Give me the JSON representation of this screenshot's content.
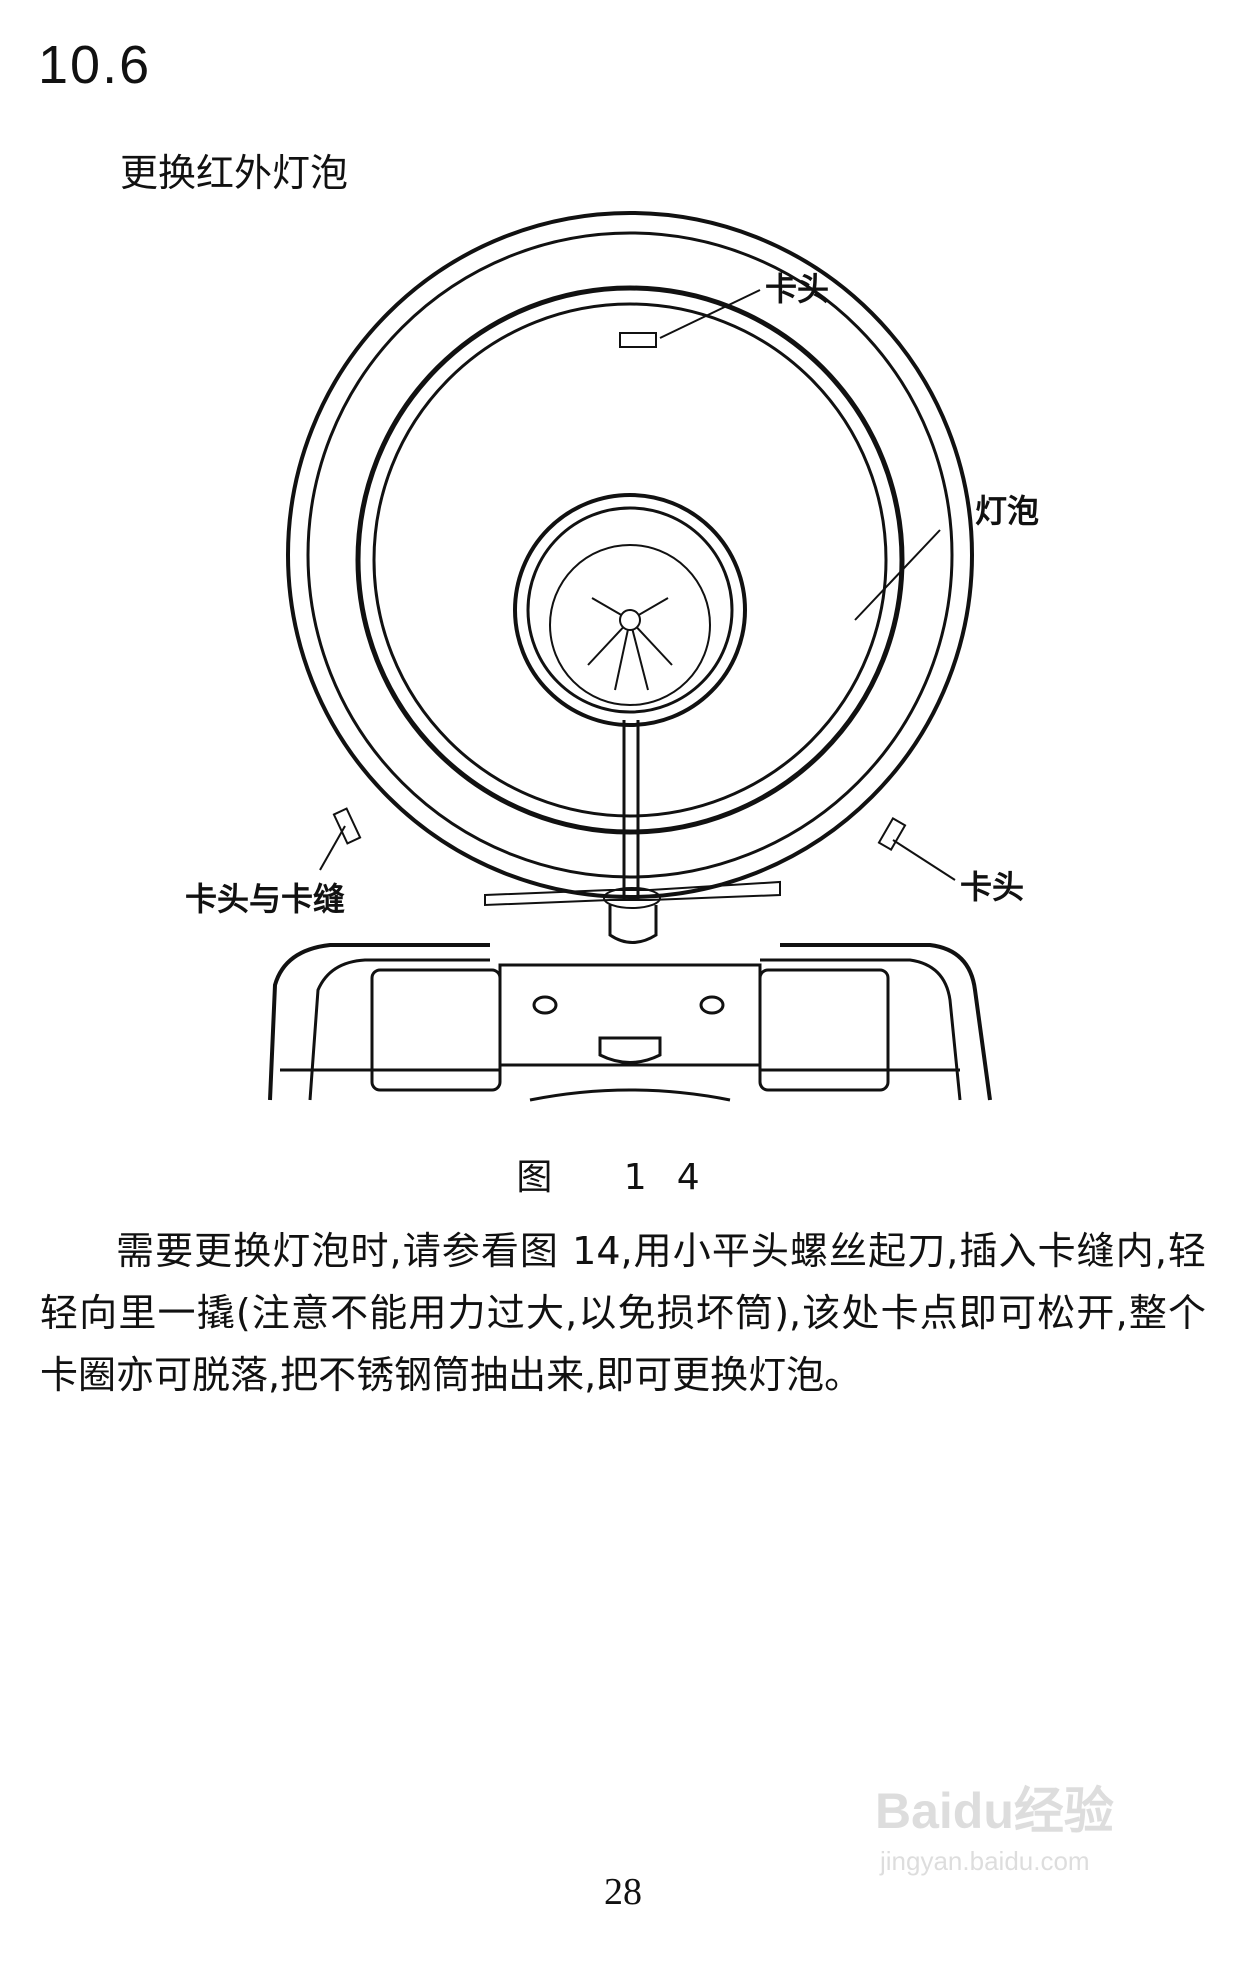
{
  "section": {
    "number": "10.6",
    "title": "更换红外灯泡"
  },
  "figure": {
    "labels": {
      "top_clip": "卡头",
      "bulb": "灯泡",
      "clip_and_slot": "卡头与卡缝",
      "right_clip": "卡头"
    },
    "caption": "图 14"
  },
  "body_text": "需要更换灯泡时,请参看图 14,用小平头螺丝起刀,插入卡缝内,轻轻向里一撬(注意不能用力过大,以免损坏筒),该处卡点即可松开,整个卡圈亦可脱落,把不锈钢筒抽出来,即可更换灯泡。",
  "page_number": "28",
  "watermark": {
    "logo": "Baidu经验",
    "url": "jingyan.baidu.com"
  }
}
